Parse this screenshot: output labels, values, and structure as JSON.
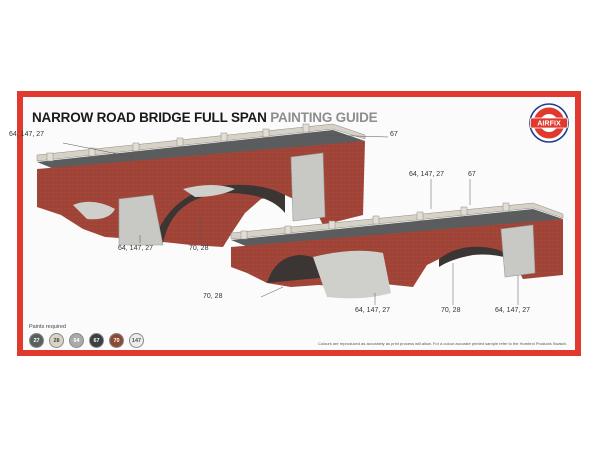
{
  "header": {
    "title_main": "NARROW ROAD BRIDGE FULL SPAN",
    "title_accent": "PAINTING GUIDE"
  },
  "logo": {
    "text": "AIRFIX",
    "icon": "airfix-logo-roundel"
  },
  "colors": {
    "border": "#e03a2f",
    "brick": "#a5473a",
    "stone": "#c8c8c4",
    "road": "#5a5c5e"
  },
  "callouts": [
    {
      "id": "top-left",
      "text": "64, 147, 27"
    },
    {
      "id": "top-right",
      "text": "67"
    },
    {
      "id": "b1-pillar",
      "text": "64, 147, 27"
    },
    {
      "id": "b1-arch",
      "text": "70, 28"
    },
    {
      "id": "b2-top-left",
      "text": "64, 147, 27"
    },
    {
      "id": "b2-top-right",
      "text": "67"
    },
    {
      "id": "b2-left",
      "text": "70, 28"
    },
    {
      "id": "b2-mid",
      "text": "64, 147, 27"
    },
    {
      "id": "b2-arch",
      "text": "70, 28"
    },
    {
      "id": "b2-right",
      "text": "64, 147, 27"
    }
  ],
  "paints": {
    "label": "Paints required",
    "items": [
      {
        "code": "27",
        "color": "#5a605a",
        "text_color": "#ffffff"
      },
      {
        "code": "28",
        "color": "#d8d4c4",
        "text_color": "#444444"
      },
      {
        "code": "64",
        "color": "#a7aca8",
        "text_color": "#ffffff"
      },
      {
        "code": "67",
        "color": "#3b3f40",
        "text_color": "#ffffff"
      },
      {
        "code": "70",
        "color": "#8c4a35",
        "text_color": "#ffffff"
      },
      {
        "code": "147",
        "color": "#ececec",
        "text_color": "#555555"
      }
    ]
  },
  "footer_note": "Colours are reproduced as accurately as print process will allow. For a colour accurate printed sample refer to the Humbrol Products Swatch."
}
